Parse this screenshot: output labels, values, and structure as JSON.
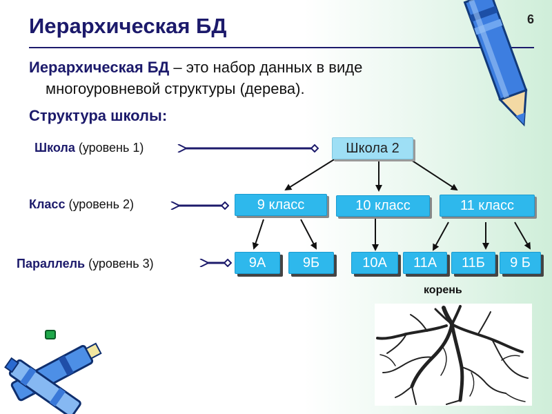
{
  "slide": {
    "title": "Иерархическая БД",
    "page_number": "6"
  },
  "definition": {
    "term": "Иерархическая БД",
    "rest_line1": " – это набор данных в виде",
    "line2": "многоуровневой структуры (дерева)."
  },
  "structure_heading": "Структура школы:",
  "levels": [
    {
      "name": "Школа",
      "level": " (уровень 1)"
    },
    {
      "name": "Класс",
      "level": " (уровень 2)"
    },
    {
      "name": "Параллель",
      "level": " (уровень 3)"
    }
  ],
  "tree": {
    "root": "Школа 2",
    "classes": [
      "9 класс",
      "10 класс",
      "11 класс"
    ],
    "parallels": [
      "9А",
      "9Б",
      "10А",
      "11А",
      "11Б",
      "9 Б"
    ]
  },
  "picture": {
    "label": "корень"
  },
  "colors": {
    "title": "#1c1a6b",
    "node_blue": "#2eb8ec",
    "node_root": "#9edff5",
    "connector": "#1c1a6b",
    "tree_arrow": "#111111"
  },
  "decorations": [
    "pencil-icon",
    "crayons-icon",
    "tree-roots-picture"
  ]
}
